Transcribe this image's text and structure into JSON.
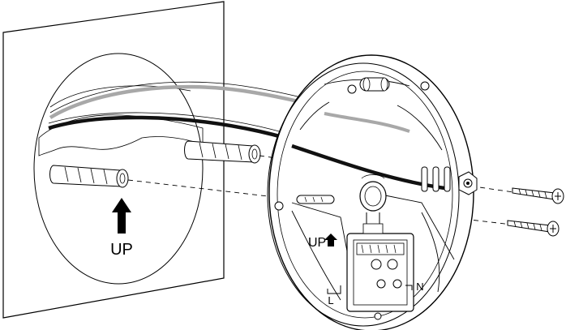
{
  "labels": {
    "wall_up": "UP",
    "base_up": "UP",
    "live": "L",
    "neutral": "N"
  },
  "colors": {
    "line": "#000000",
    "grey_wire": "#a8a8a8",
    "black_wire": "#111111",
    "background": "#ffffff"
  },
  "icons": {
    "wall_arrow": "up-arrow-icon",
    "base_arrow": "up-arrow-icon"
  }
}
